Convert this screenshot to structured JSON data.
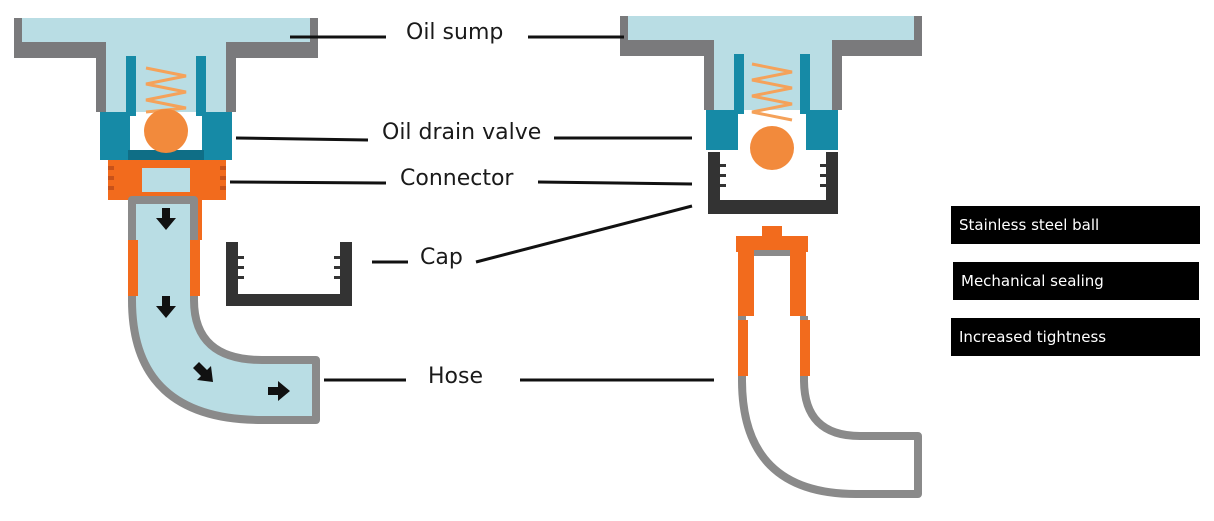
{
  "labels": {
    "oil_sump": "Oil sump",
    "oil_drain_valve": "Oil drain valve",
    "connector": "Connector",
    "cap": "Cap",
    "hose": "Hose"
  },
  "badges": [
    "Stainless steel ball",
    "Mechanical sealing",
    "Increased tightness"
  ],
  "colors": {
    "oil": "#b9dde4",
    "housing": "#7a7a7c",
    "valve_body": "#168aa6",
    "connector": "#f26b1d",
    "ball": "#f28a3c",
    "spring": "#f5a25a",
    "cap": "#333333",
    "hose": "#8a8a8a"
  },
  "icons": [
    "flow-arrow-icon"
  ]
}
